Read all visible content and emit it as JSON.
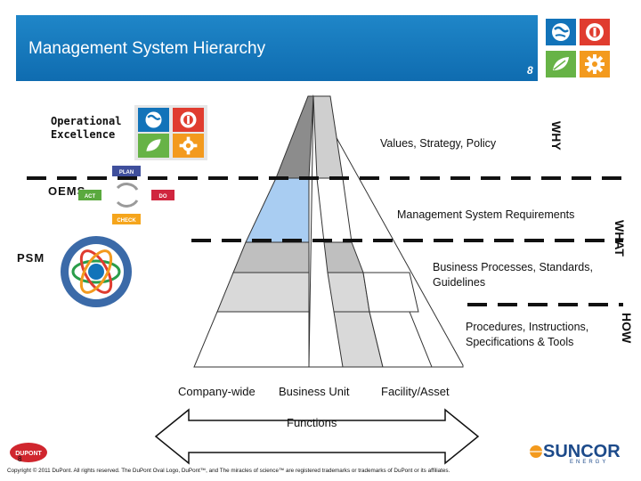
{
  "header": {
    "title": "Management System Hierarchy",
    "page_number": "8"
  },
  "left_labels": {
    "operational_excellence": [
      "Operational",
      "Excellence"
    ],
    "oems": "OEMS",
    "psm": "PSM"
  },
  "pdca": {
    "plan": "PLAN",
    "do": "DO",
    "check": "CHECK",
    "act": "ACT"
  },
  "levels": {
    "why": "WHY",
    "what": "WHAT",
    "how": "HOW",
    "values": "Values, Strategy, Policy",
    "ms_requirements": "Management System Requirements",
    "business_processes": "Business Processes, Standards, Guidelines",
    "procedures": "Procedures, Instructions, Specifications & Tools"
  },
  "bottom": {
    "company_wide": "Company-wide",
    "business_unit": "Business Unit",
    "facility_asset": "Facility/Asset",
    "functions": "Functions"
  },
  "footer": {
    "page_number": "8",
    "copyright": "Copyright © 2011 DuPont. All rights reserved. The DuPont Oval Logo, DuPont™, and The miracles of science™ are registered trademarks or trademarks of DuPont or its affiliates.",
    "dupont_logo": "DUPONT",
    "suncor_logo": "SUNCOR",
    "suncor_sub": "ENERGY"
  },
  "colors": {
    "header_blue": "#1273b9",
    "green": "#67b346",
    "red": "#e03c2f",
    "orange": "#f39a1e",
    "light_blue": "#a9cdf2",
    "grey": "#bfbfbf",
    "dark_grey": "#8c8c8c"
  },
  "icons": [
    "globe-icon",
    "safety-icon",
    "leaf-icon",
    "gear-icon"
  ]
}
